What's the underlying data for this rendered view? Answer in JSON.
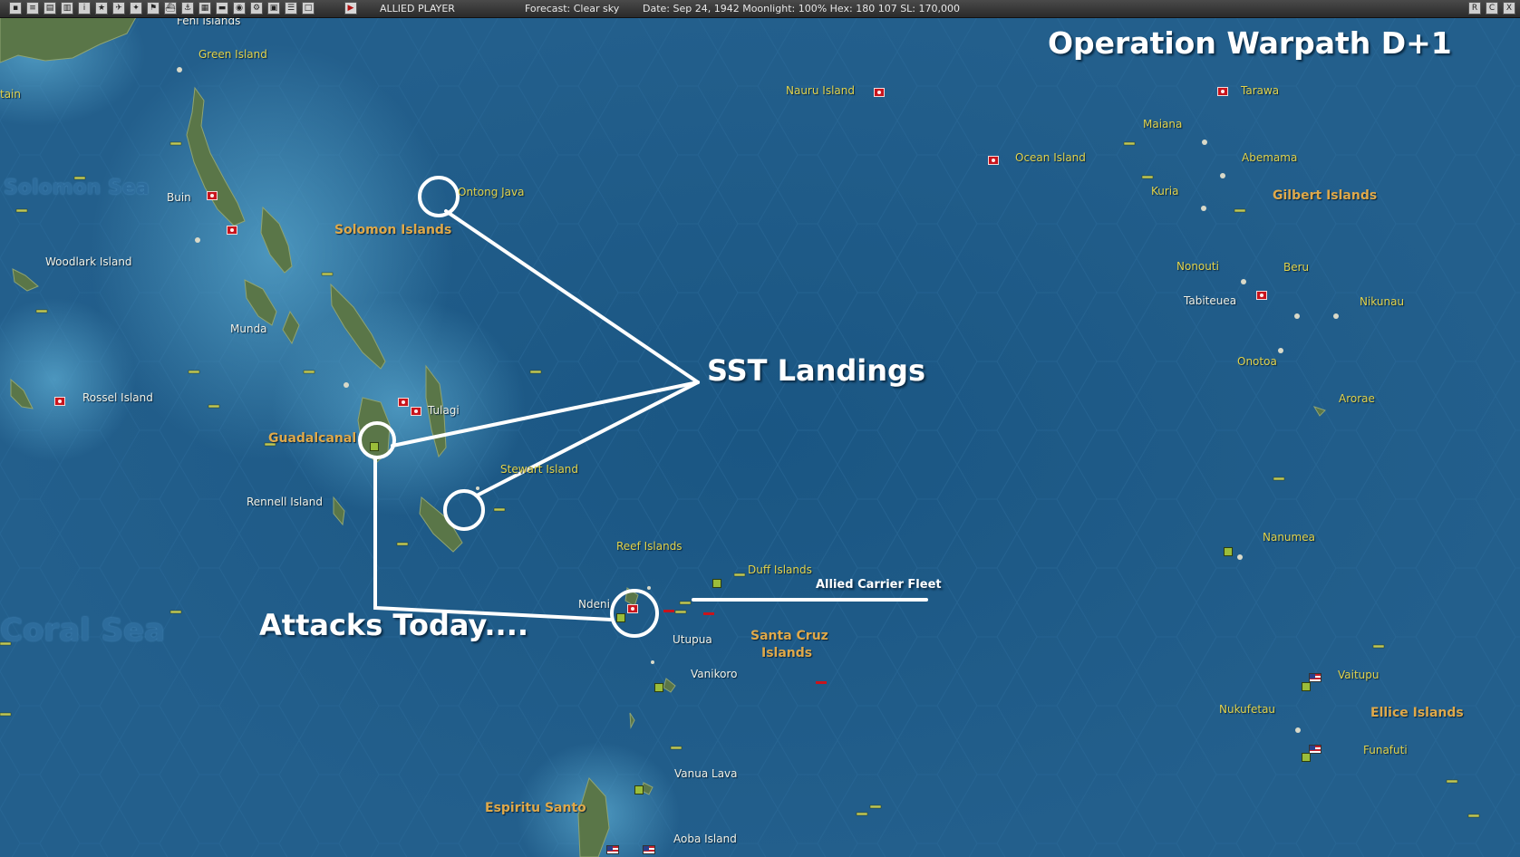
{
  "toolbar": {
    "player": "ALLIED PLAYER",
    "forecast": "Forecast: Clear sky",
    "status": "Date: Sep 24, 1942    Moonlight: 100%  Hex: 180 107  SL: 170,000",
    "end_turn_icon": "play-arrow-icon",
    "right_buttons": [
      "R",
      "C",
      "X"
    ]
  },
  "colors": {
    "ocean": "#1f5a86",
    "land": "#5a7648",
    "annotation": "#ffffff",
    "yellow_label": "#e2d34c",
    "white_label": "#f1f1e6",
    "japanese_base": "#c9141c",
    "allied_unit": "#9bbd3a"
  },
  "annotations": {
    "title": "Operation Warpath D+1",
    "sst_landings": "SST Landings",
    "attacks_today": "Attacks Today....",
    "allied_carrier_fleet": "Allied Carrier Fleet"
  },
  "labels": {
    "feni": "Feni Islands",
    "green": "Green Island",
    "tain": "tain",
    "solomon_sea": "Solomon Sea",
    "buin": "Buin",
    "solomon_islands": "Solomon Islands",
    "woodlark": "Woodlark Island",
    "munda": "Munda",
    "rossel": "Rossel Island",
    "tulagi": "Tulagi",
    "guadalcanal": "Guadalcanal",
    "rennell": "Rennell Island",
    "stewart": "Stewart Island",
    "reef": "Reef Islands",
    "duff": "Duff Islands",
    "ndeni": "Ndeni",
    "utupua": "Utupua",
    "santa_cruz": "Santa Cruz",
    "santa_cruz_2": "Islands",
    "vanikoro": "Vanikoro",
    "vanua_lava": "Vanua Lava",
    "espiritu": "Espiritu Santo",
    "aoba": "Aoba Island",
    "coral_sea": "Coral Sea",
    "ontong": "Ontong Java",
    "nauru": "Nauru Island",
    "ocean": "Ocean Island",
    "tarawa": "Tarawa",
    "maiana": "Maiana",
    "abemama": "Abemama",
    "kuria": "Kuria",
    "gilbert": "Gilbert Islands",
    "nonouti": "Nonouti",
    "beru": "Beru",
    "tabiteuea": "Tabiteuea",
    "nikunau": "Nikunau",
    "onotoa": "Onotoa",
    "arorae": "Arorae",
    "nanumea": "Nanumea",
    "vaitupu": "Vaitupu",
    "nukufetau": "Nukufetau",
    "ellice": "Ellice Islands",
    "funafuti": "Funafuti"
  }
}
